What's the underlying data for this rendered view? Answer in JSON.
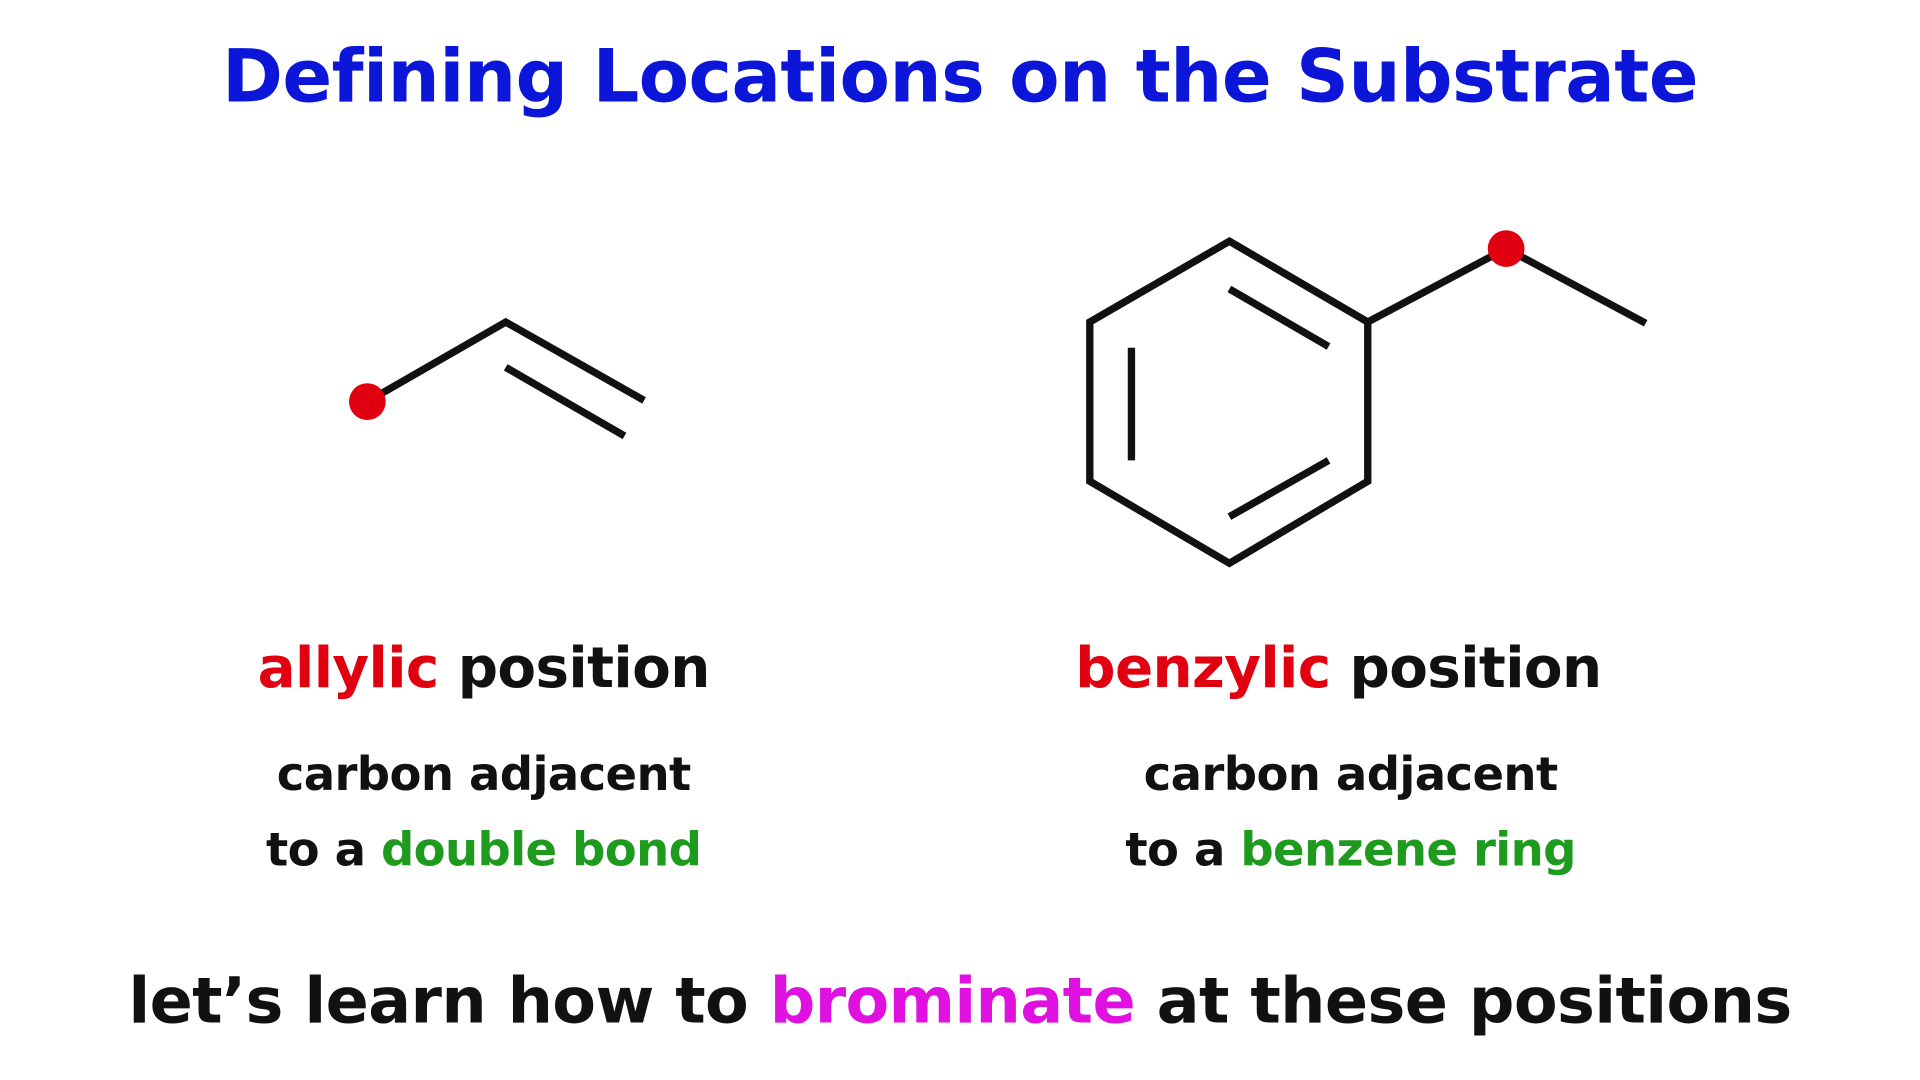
{
  "title": "Defining Locations on the Substrate",
  "left": {
    "term": "allylic",
    "term_suffix": " position",
    "line1": "carbon adjacent",
    "line2_prefix": "to a ",
    "line2_highlight": "double bond"
  },
  "right": {
    "term": "benzylic",
    "term_suffix": " position",
    "line1": "carbon adjacent",
    "line2_prefix": "to a ",
    "line2_highlight": "benzene ring"
  },
  "bottom": {
    "prefix": "let’s learn how to ",
    "highlight": "brominate",
    "suffix": " at these positions"
  },
  "colors": {
    "title": "#0b16d9",
    "term": "#e0000f",
    "highlight": "#1e9a1e",
    "bromo": "#e010e0",
    "marker": "#e0000f"
  }
}
